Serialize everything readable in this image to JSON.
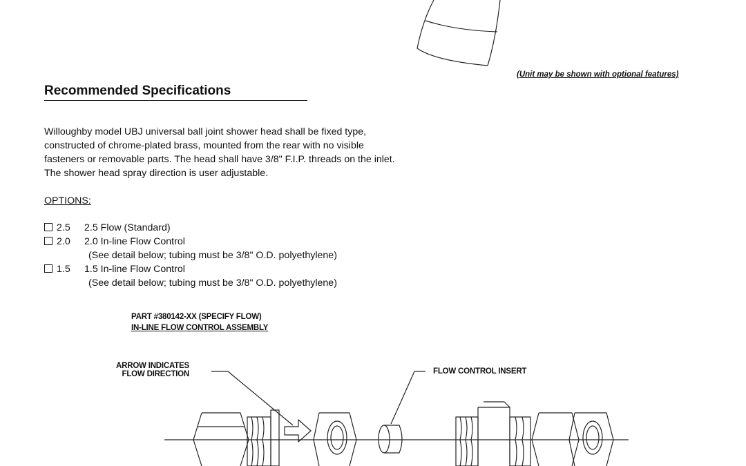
{
  "caption": "(Unit may be shown with optional features)",
  "section": {
    "heading": "Recommended Specifications"
  },
  "description": {
    "lines": [
      "Willoughby model UBJ universal ball joint shower head shall be fixed type,",
      "constructed of chrome-plated brass, mounted from the rear with no visible",
      "fasteners or removable parts. The head shall have 3/8\" F.I.P. threads on the inlet.",
      "The shower head spray direction is user adjustable."
    ]
  },
  "options": {
    "title": "OPTIONS:",
    "items": [
      {
        "code": "2.5",
        "label": "2.5 Flow (Standard)",
        "note": ""
      },
      {
        "code": "2.0",
        "label": "2.0 In-line Flow Control",
        "note": "(See detail below; tubing must be 3/8\" O.D. polyethylene)"
      },
      {
        "code": "1.5",
        "label": "1.5 In-line Flow Control",
        "note": "(See detail below; tubing must be 3/8\" O.D. polyethylene)"
      }
    ]
  },
  "diagram": {
    "part_number": "PART #380142-XX (SPECIFY FLOW)",
    "assembly_title": "IN-LINE FLOW CONTROL ASSEMBLY",
    "arrow_label_line1": "ARROW INDICATES",
    "arrow_label_line2": "FLOW DIRECTION",
    "insert_label": "FLOW CONTROL INSERT"
  }
}
